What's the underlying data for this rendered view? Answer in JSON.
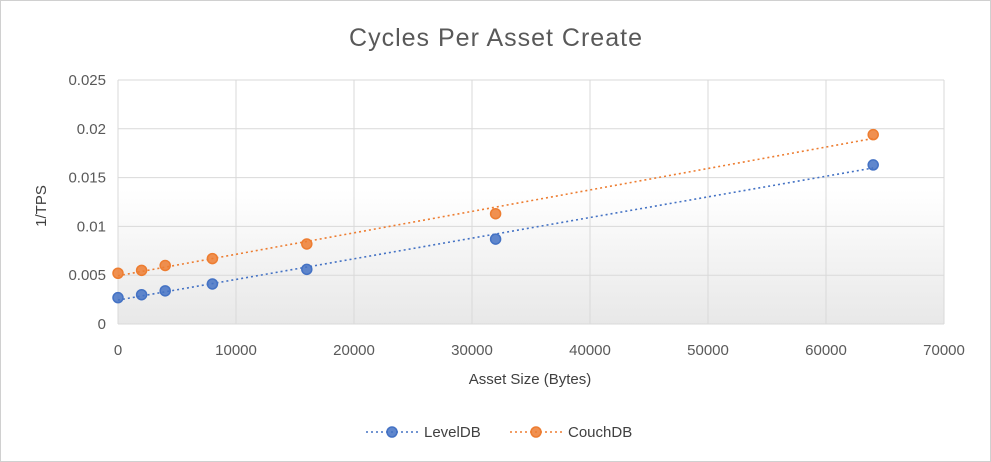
{
  "chart_data": {
    "type": "scatter",
    "title": "Cycles Per Asset Create",
    "xlabel": "Asset Size (Bytes)",
    "ylabel": "1/TPS",
    "xlim": [
      0,
      70000
    ],
    "ylim": [
      0,
      0.025
    ],
    "x_ticks": [
      "0",
      "10000",
      "20000",
      "30000",
      "40000",
      "50000",
      "60000",
      "70000"
    ],
    "y_ticks": [
      "0",
      "0.005",
      "0.01",
      "0.015",
      "0.02",
      "0.025"
    ],
    "grid": true,
    "legend_position": "bottom",
    "trendlines": "linear, dotted",
    "series": [
      {
        "name": "LevelDB",
        "color": "#4472C4",
        "x": [
          0,
          2000,
          4000,
          8000,
          16000,
          32000,
          64000
        ],
        "y": [
          0.0027,
          0.003,
          0.0034,
          0.0041,
          0.0056,
          0.0087,
          0.0163
        ]
      },
      {
        "name": "CouchDB",
        "color": "#ED7D31",
        "x": [
          0,
          2000,
          4000,
          8000,
          16000,
          32000,
          64000
        ],
        "y": [
          0.0052,
          0.0055,
          0.006,
          0.0067,
          0.0082,
          0.0113,
          0.0194
        ]
      }
    ]
  }
}
